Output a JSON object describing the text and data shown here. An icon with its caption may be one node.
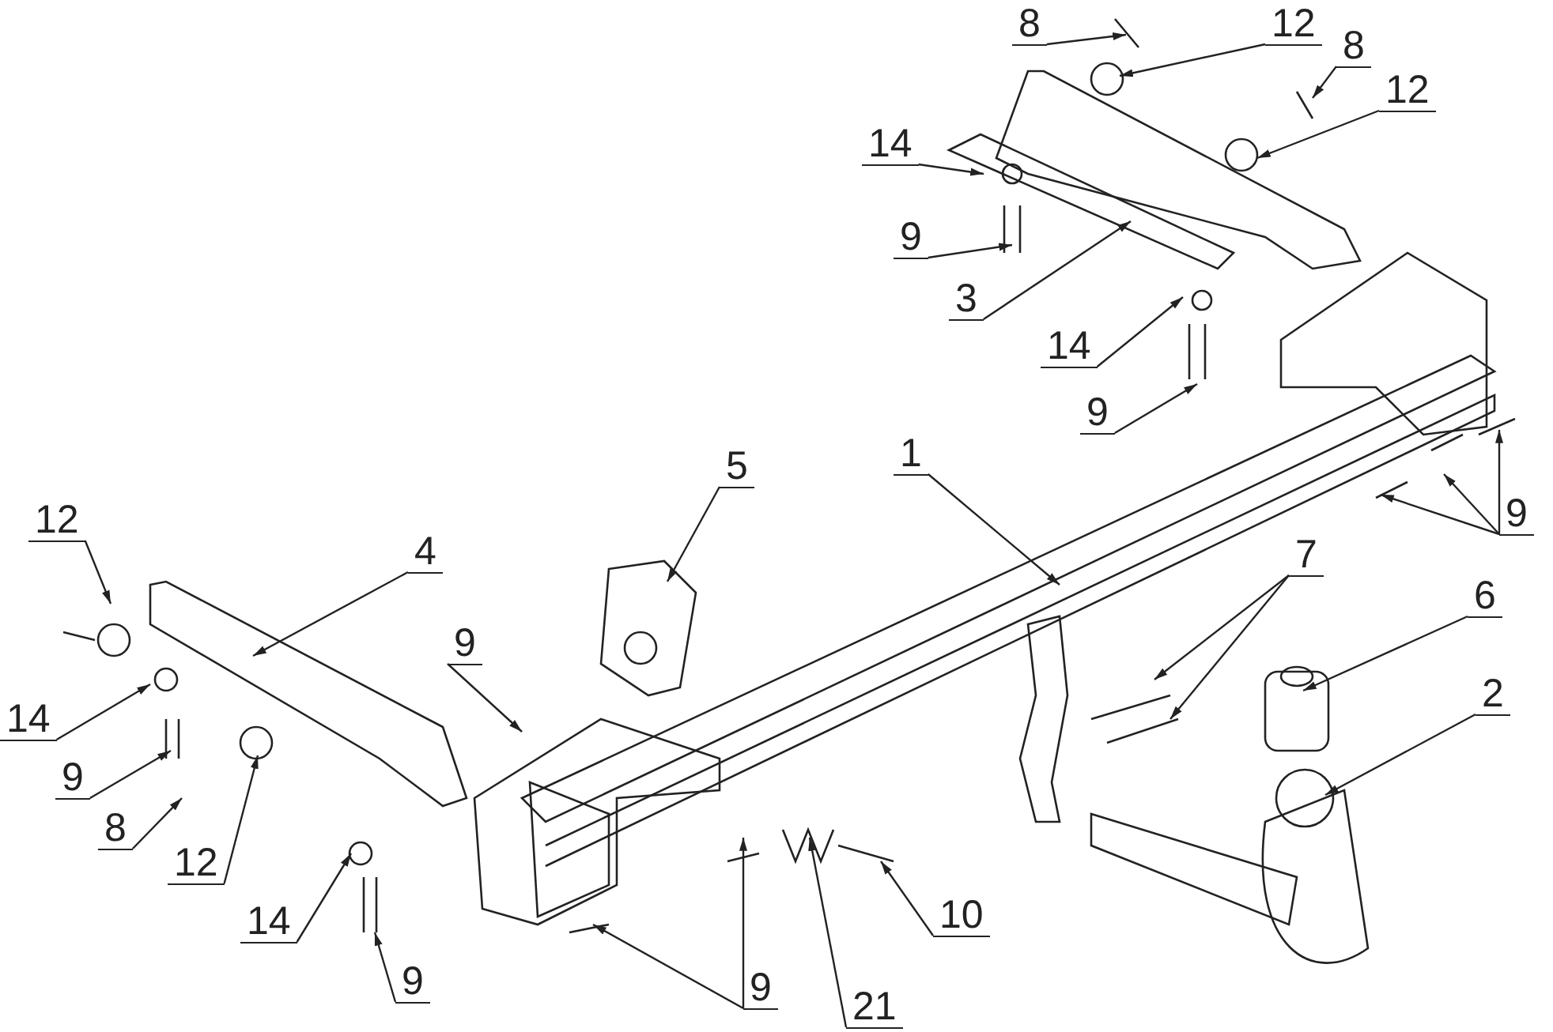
{
  "diagram": {
    "nodes": [
      {
        "text": [
          "8"
        ]
      },
      {
        "text": [
          "12"
        ]
      },
      {
        "text": [
          "8"
        ]
      },
      {
        "text": [
          "12"
        ]
      },
      {
        "text": [
          "14"
        ]
      },
      {
        "text": [
          "9"
        ]
      },
      {
        "text": [
          "3"
        ]
      },
      {
        "text": [
          "14"
        ]
      },
      {
        "text": [
          "9"
        ]
      },
      {
        "text": [
          "9"
        ]
      },
      {
        "text": [
          "5"
        ]
      },
      {
        "text": [
          "1"
        ]
      },
      {
        "text": [
          "4"
        ]
      },
      {
        "text": [
          "12"
        ]
      },
      {
        "text": [
          "14"
        ]
      },
      {
        "text": [
          "9"
        ]
      },
      {
        "text": [
          "8"
        ]
      },
      {
        "text": [
          "12"
        ]
      },
      {
        "text": [
          "14"
        ]
      },
      {
        "text": [
          "9"
        ]
      },
      {
        "text": [
          "9"
        ]
      },
      {
        "text": [
          "7"
        ]
      },
      {
        "text": [
          "6"
        ]
      },
      {
        "text": [
          "2"
        ]
      },
      {
        "text": [
          "10"
        ]
      },
      {
        "text": [
          "9"
        ]
      },
      {
        "text": [
          "21"
        ]
      }
    ],
    "edges": [
      {
        "from": 0,
        "to": null,
        "arrow": "to"
      },
      {
        "from": 1,
        "to": null,
        "arrow": "to"
      },
      {
        "from": 2,
        "to": null,
        "arrow": "to"
      },
      {
        "from": 3,
        "to": null,
        "arrow": "to"
      },
      {
        "from": 4,
        "to": null,
        "arrow": "to"
      },
      {
        "from": 5,
        "to": null,
        "arrow": "to"
      },
      {
        "from": 6,
        "to": null,
        "arrow": "to"
      },
      {
        "from": 7,
        "to": null,
        "arrow": "to"
      },
      {
        "from": 8,
        "to": null,
        "arrow": "to"
      },
      {
        "from": 9,
        "to": null,
        "arrow": "to"
      },
      {
        "from": 9,
        "to": null,
        "arrow": "to"
      },
      {
        "from": 9,
        "to": null,
        "arrow": "to"
      },
      {
        "from": 10,
        "to": null,
        "arrow": "to"
      },
      {
        "from": 11,
        "to": null,
        "arrow": "to"
      },
      {
        "from": 12,
        "to": null,
        "arrow": "to"
      },
      {
        "from": 13,
        "to": null,
        "arrow": "to"
      },
      {
        "from": 14,
        "to": null,
        "arrow": "to"
      },
      {
        "from": 15,
        "to": null,
        "arrow": "to"
      },
      {
        "from": 16,
        "to": null,
        "arrow": "to"
      },
      {
        "from": 17,
        "to": null,
        "arrow": "to"
      },
      {
        "from": 18,
        "to": null,
        "arrow": "to"
      },
      {
        "from": 19,
        "to": null,
        "arrow": "to"
      },
      {
        "from": 20,
        "to": null,
        "arrow": "to"
      },
      {
        "from": 21,
        "to": null,
        "arrow": "to"
      },
      {
        "from": 21,
        "to": null,
        "arrow": "to"
      },
      {
        "from": 22,
        "to": null,
        "arrow": "to"
      },
      {
        "from": 23,
        "to": null,
        "arrow": "to"
      },
      {
        "from": 24,
        "to": null,
        "arrow": "to"
      },
      {
        "from": 25,
        "to": null,
        "arrow": "to"
      },
      {
        "from": 25,
        "to": null,
        "arrow": "to"
      },
      {
        "from": 26,
        "to": null,
        "arrow": "to"
      }
    ]
  }
}
